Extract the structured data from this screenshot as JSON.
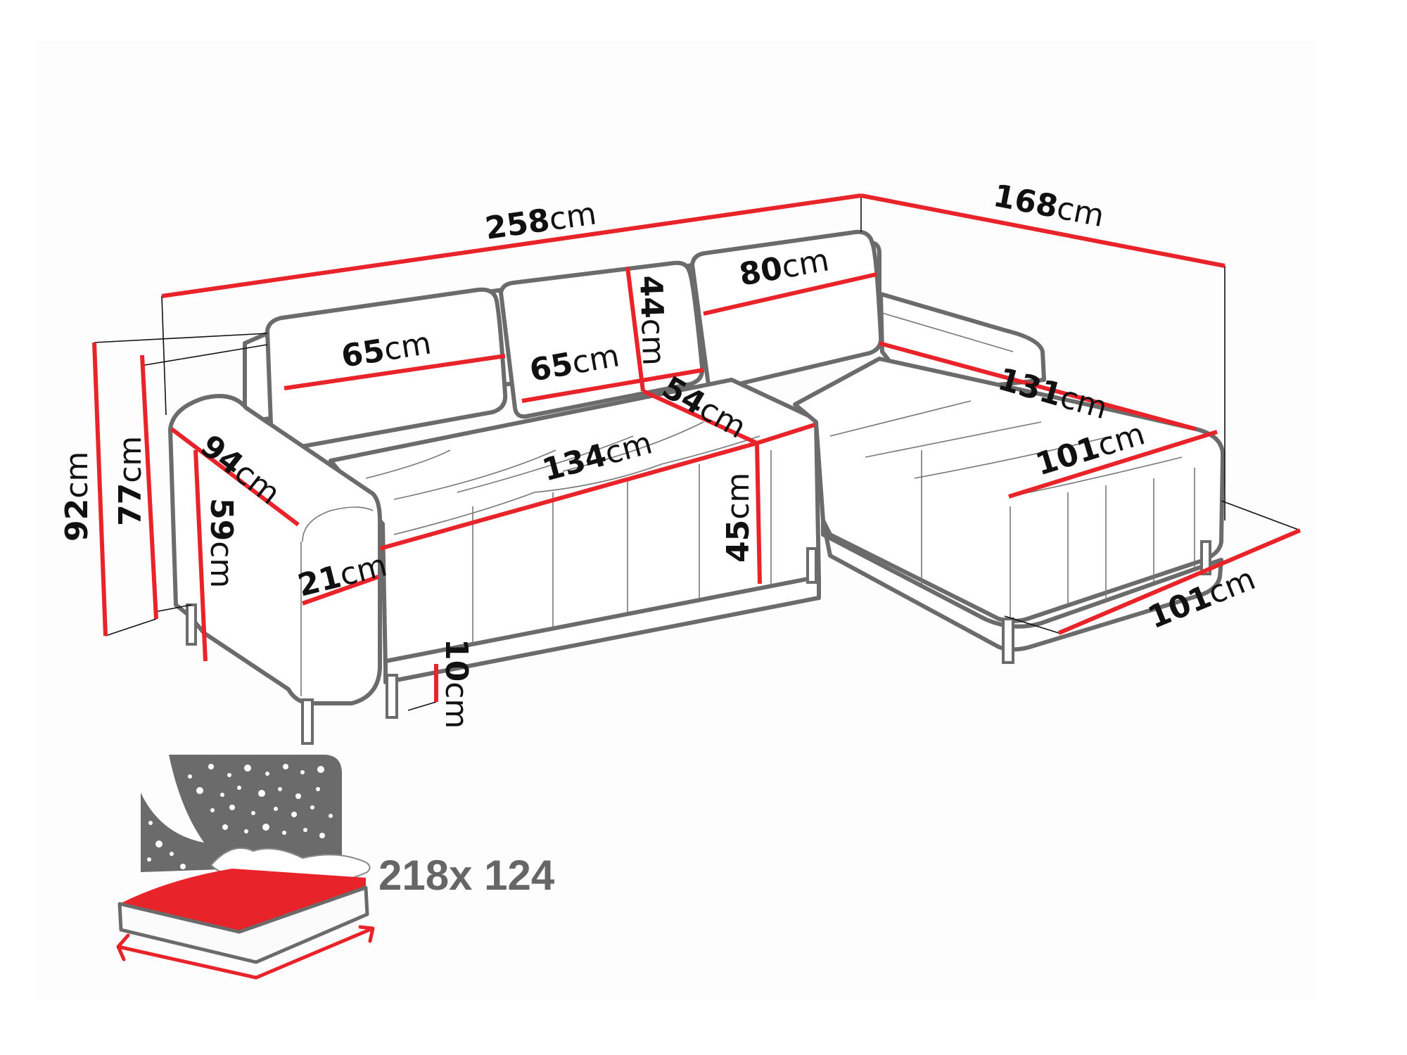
{
  "diagram": {
    "subject": "corner sofa bed",
    "unit": "cm",
    "colors": {
      "dimension_line": "#e8232a",
      "outline": "#6b6b6b",
      "label_text": "#111111",
      "bed_text": "#666666",
      "bed_sheet": "#e8232a",
      "night_sky": "#6b6b6b",
      "background": "#ffffff"
    },
    "dimensions": {
      "overall_length": {
        "value": "258",
        "unit": "cm"
      },
      "chaise_length": {
        "value": "168",
        "unit": "cm"
      },
      "back_cushion_left": {
        "value": "65",
        "unit": "cm"
      },
      "back_cushion_middle": {
        "value": "65",
        "unit": "cm"
      },
      "back_cushion_height": {
        "value": "44",
        "unit": "cm"
      },
      "back_cushion_right": {
        "value": "80",
        "unit": "cm"
      },
      "seat_depth": {
        "value": "54",
        "unit": "cm"
      },
      "chaise_seat_length": {
        "value": "131",
        "unit": "cm"
      },
      "chaise_seat_width": {
        "value": "101",
        "unit": "cm"
      },
      "chaise_width": {
        "value": "101",
        "unit": "cm"
      },
      "total_height": {
        "value": "92",
        "unit": "cm"
      },
      "backrest_height": {
        "value": "77",
        "unit": "cm"
      },
      "armrest_depth": {
        "value": "94",
        "unit": "cm"
      },
      "armrest_height": {
        "value": "59",
        "unit": "cm"
      },
      "armrest_width": {
        "value": "21",
        "unit": "cm"
      },
      "seat_width": {
        "value": "134",
        "unit": "cm"
      },
      "seat_height": {
        "value": "45",
        "unit": "cm"
      },
      "leg_height": {
        "value": "10",
        "unit": "cm"
      }
    },
    "sleeping_area": {
      "icon": "bed-with-night-sky-icon",
      "label": "218x 124"
    }
  }
}
